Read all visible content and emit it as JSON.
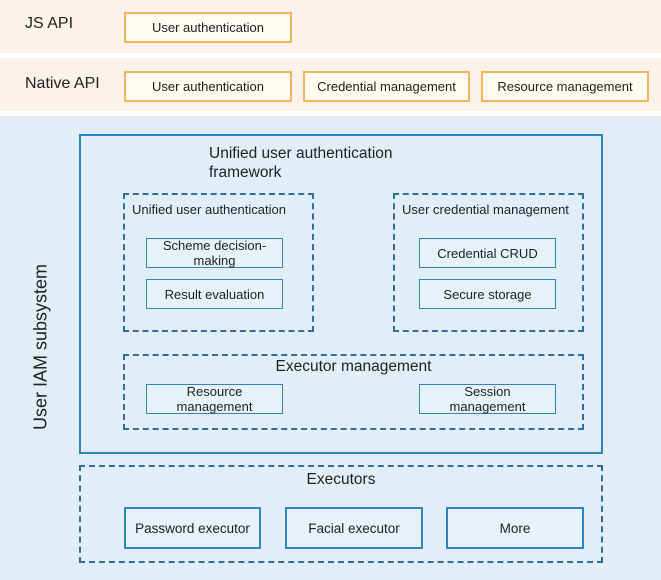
{
  "js_api": {
    "label": "JS API",
    "items": [
      "User authentication"
    ]
  },
  "native_api": {
    "label": "Native API",
    "items": [
      "User authentication",
      "Credential management",
      "Resource management"
    ]
  },
  "subsystem": {
    "label": "User IAM subsystem",
    "framework": {
      "title_line1": "Unified user authentication",
      "title_line2": "framework",
      "unified_auth": {
        "title": "Unified user authentication",
        "items": [
          {
            "line1": "Scheme decision-",
            "line2": "making"
          },
          {
            "line1": "Result evaluation"
          }
        ]
      },
      "credential_mgmt": {
        "title": "User credential management",
        "items": [
          "Credential CRUD",
          "Secure storage"
        ]
      },
      "executor_mgmt": {
        "title": "Executor management",
        "items": [
          {
            "line1": "Resource",
            "line2": "management"
          },
          {
            "line1": "Session",
            "line2": "management"
          }
        ]
      }
    },
    "executors": {
      "title": "Executors",
      "items": [
        "Password executor",
        "Facial executor",
        "More"
      ]
    }
  },
  "colors": {
    "api_band": "#fdf2e9",
    "api_box_border": "#f5b45a",
    "subsystem_band": "#e1eef8",
    "frame_blue": "#2e86c1"
  }
}
